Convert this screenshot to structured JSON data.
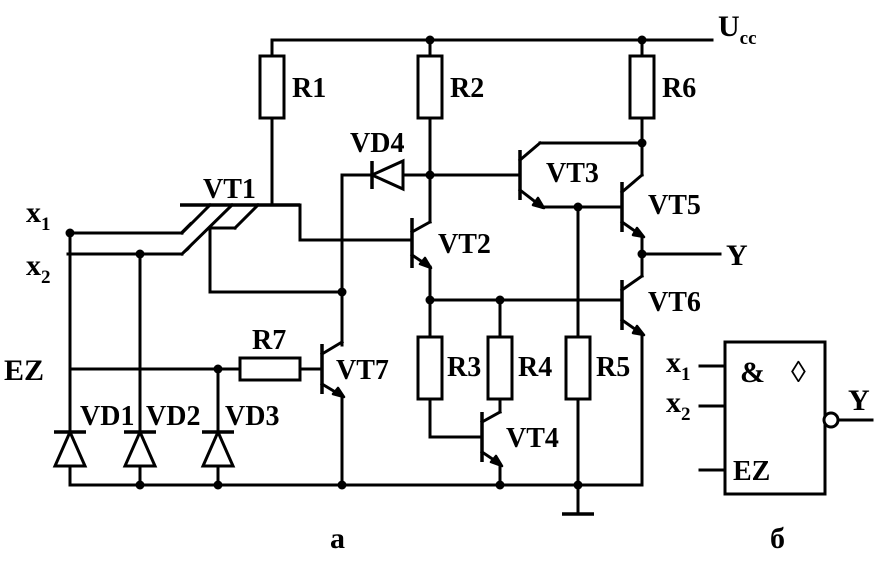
{
  "supply": {
    "main": "U",
    "sub": "cc"
  },
  "resistors": {
    "r1": "R1",
    "r2": "R2",
    "r3": "R3",
    "r4": "R4",
    "r5": "R5",
    "r6": "R6",
    "r7": "R7"
  },
  "transistors": {
    "vt1": "VT1",
    "vt2": "VT2",
    "vt3": "VT3",
    "vt4": "VT4",
    "vt5": "VT5",
    "vt6": "VT6",
    "vt7": "VT7"
  },
  "diodes": {
    "vd1": "VD1",
    "vd2": "VD2",
    "vd3": "VD3",
    "vd4": "VD4"
  },
  "inputs": {
    "x1_main": "x",
    "x1_sub": "1",
    "x2_main": "x",
    "x2_sub": "2",
    "ez": "EZ"
  },
  "output": "Y",
  "symbol": {
    "and_sign": "&",
    "third_state": "◊",
    "x1_main": "x",
    "x1_sub": "1",
    "x2_main": "x",
    "x2_sub": "2",
    "ez": "EZ",
    "y": "Y"
  },
  "captions": {
    "a": "а",
    "b": "б"
  }
}
